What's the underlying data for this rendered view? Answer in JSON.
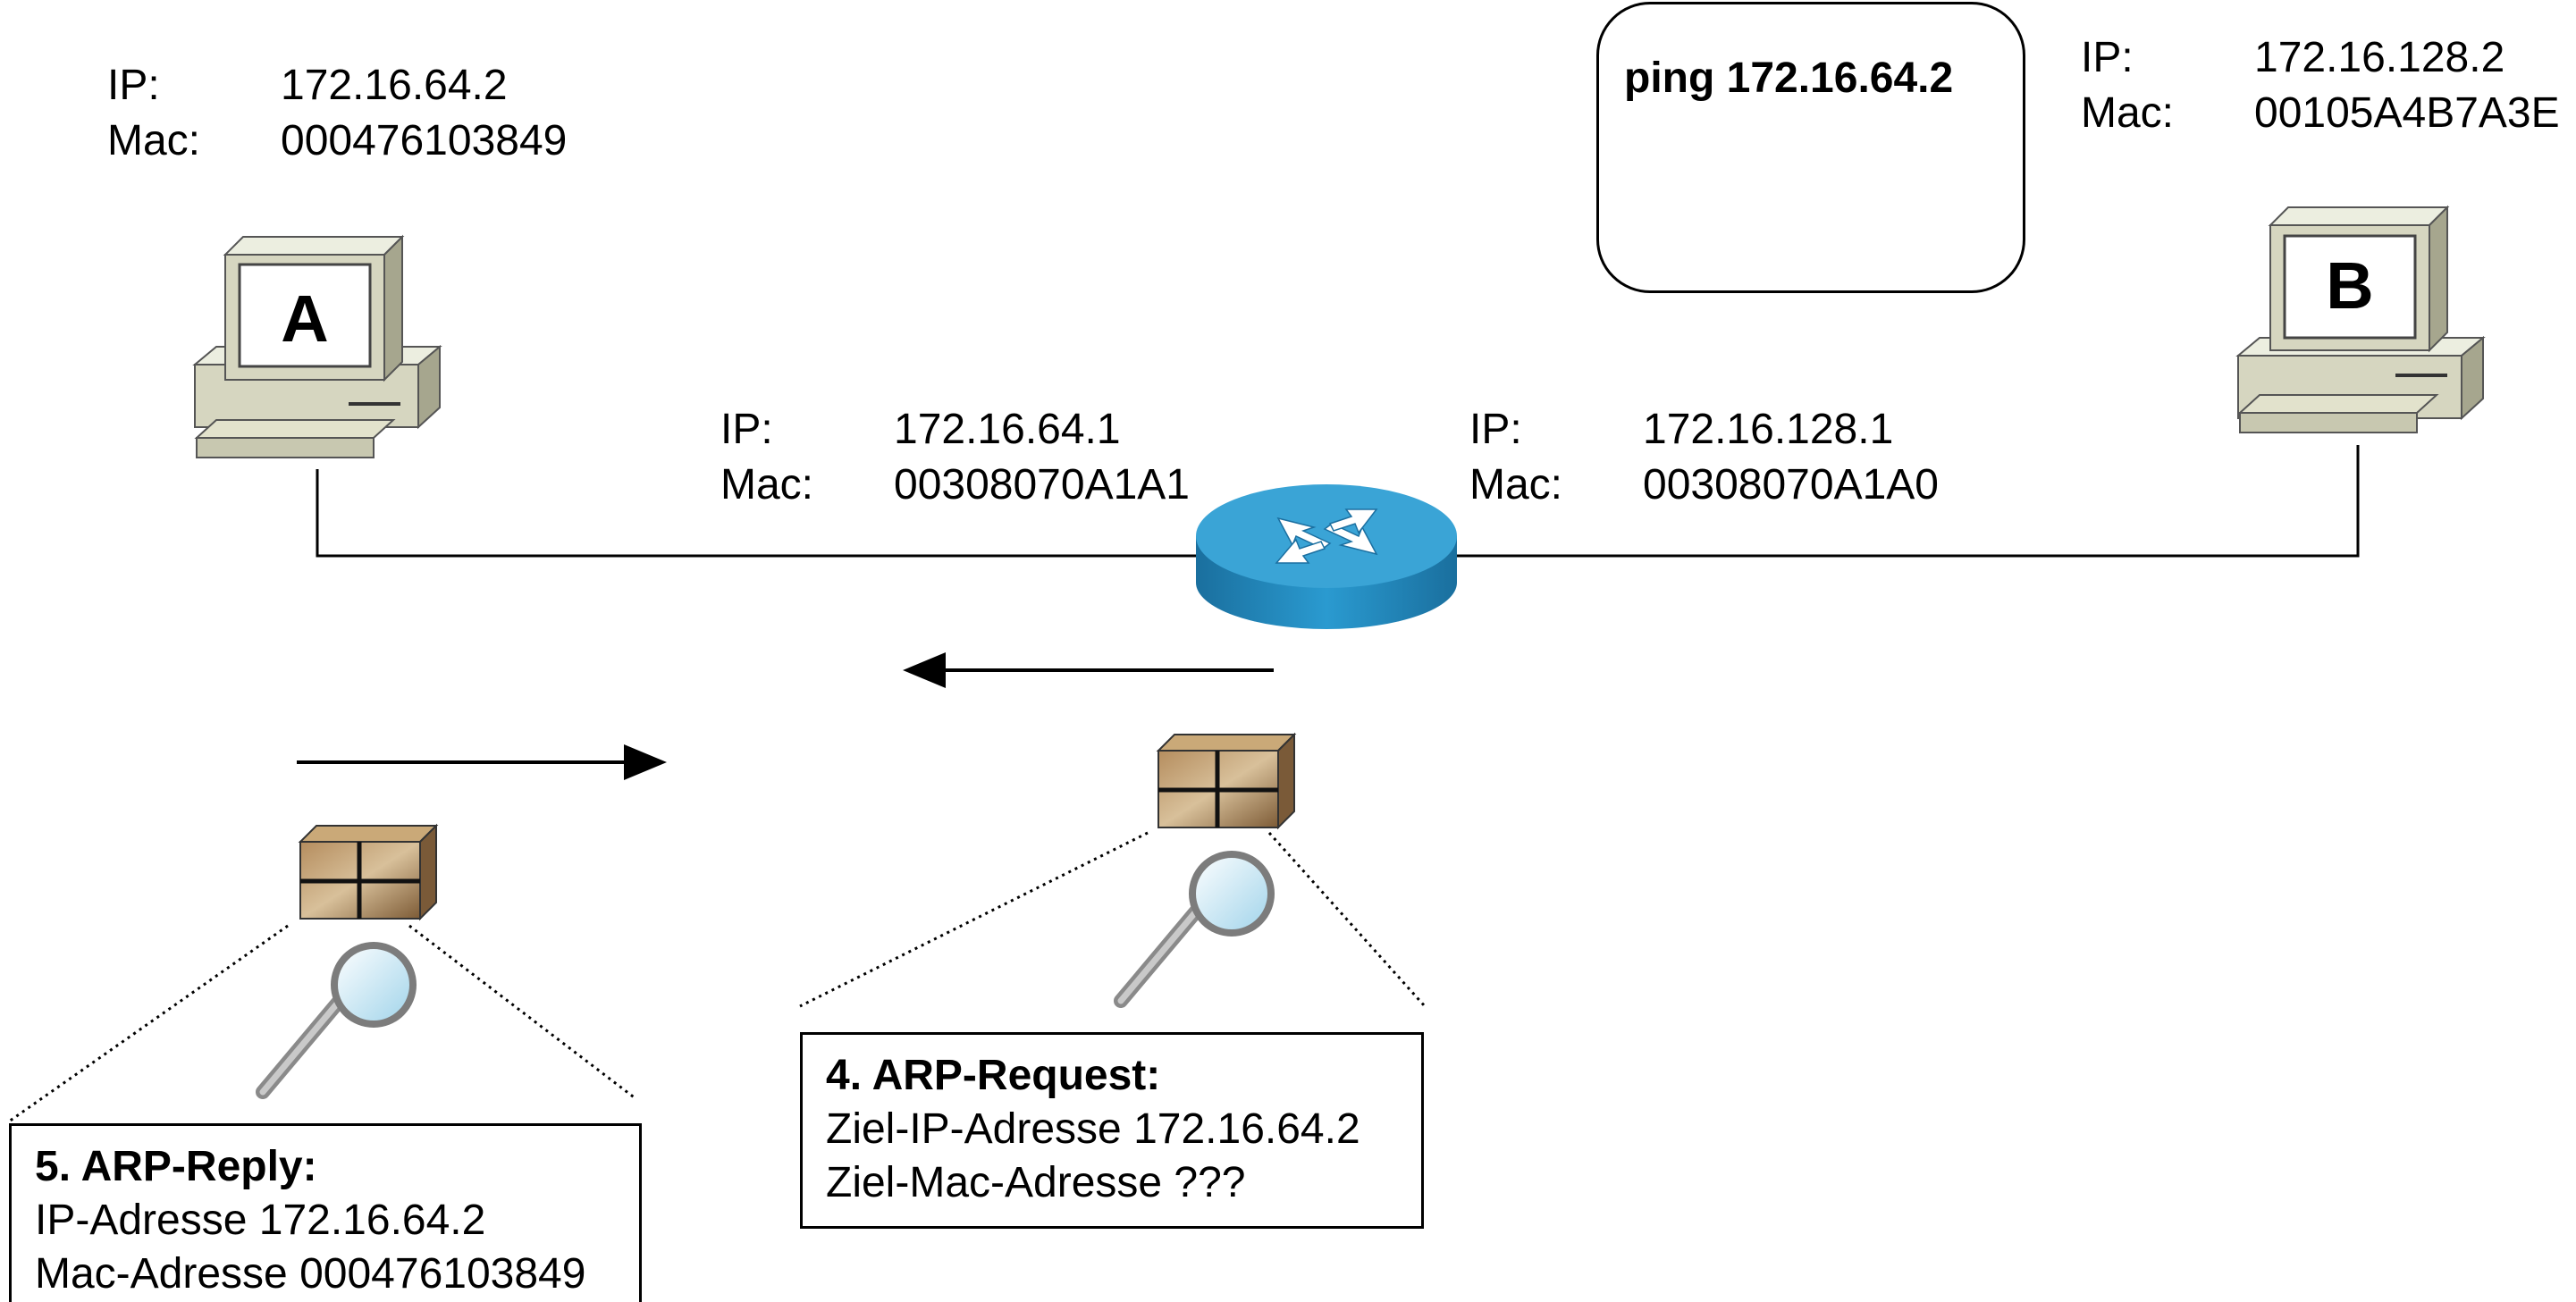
{
  "host_a": {
    "letter": "A",
    "ip_label": "IP:",
    "ip": "172.16.64.2",
    "mac_label": "Mac:",
    "mac": "000476103849"
  },
  "host_b": {
    "letter": "B",
    "ip_label": "IP:",
    "ip": "172.16.128.2",
    "mac_label": "Mac:",
    "mac": "00105A4B7A3E"
  },
  "router_left": {
    "ip_label": "IP:",
    "ip": "172.16.64.1",
    "mac_label": "Mac:",
    "mac": "00308070A1A1"
  },
  "router_right": {
    "ip_label": "IP:",
    "ip": "172.16.128.1",
    "mac_label": "Mac:",
    "mac": "00308070A1A0"
  },
  "command": {
    "text": "ping 172.16.64.2"
  },
  "arp_request": {
    "title": "4. ARP-Request:",
    "line1": "Ziel-IP-Adresse 172.16.64.2",
    "line2": "Ziel-Mac-Adresse ???"
  },
  "arp_reply": {
    "title": "5. ARP-Reply:",
    "line1": "IP-Adresse 172.16.64.2",
    "line2": "Mac-Adresse 000476103849"
  },
  "colors": {
    "router_top": "#3ba6d8",
    "router_side": "#1d7fb2",
    "pc_body": "#d8d8c4",
    "pc_shadow": "#a9a993",
    "packet": "#8a6a45"
  }
}
